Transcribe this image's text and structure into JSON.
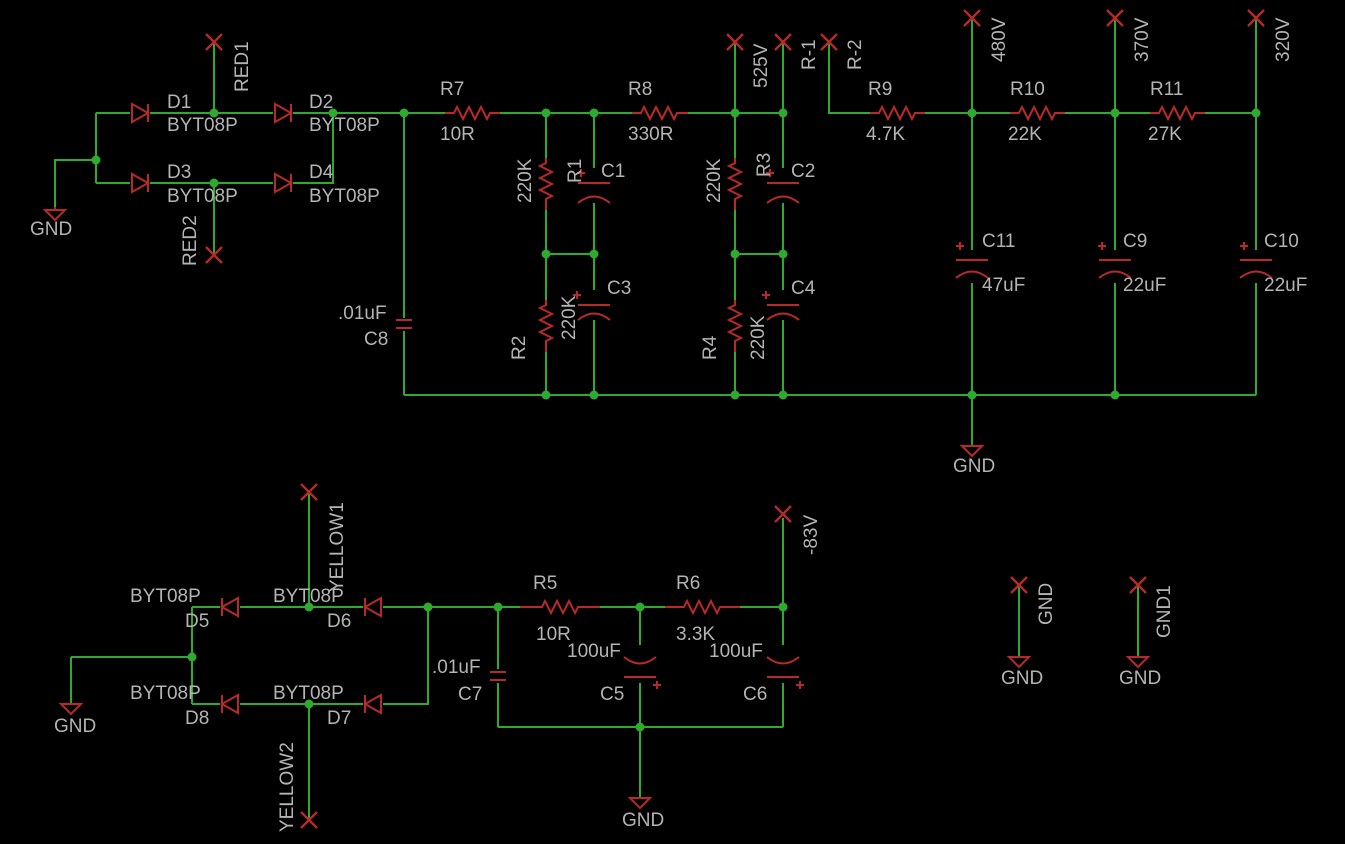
{
  "colors": {
    "background": "#000000",
    "wire": "#2eaa2e",
    "part": "#b82a2a",
    "text": "#b4b4b4"
  },
  "labels": {
    "d1": "D1",
    "d1_val": "BYT08P",
    "d2": "D2",
    "d2_val": "BYT08P",
    "d3": "D3",
    "d3_val": "BYT08P",
    "d4": "D4",
    "d4_val": "BYT08P",
    "red1": "RED1",
    "red2": "RED2",
    "gnd_top_left": "GND",
    "r7": "R7",
    "r7_val": "10R",
    "r8": "R8",
    "r8_val": "330R",
    "r1": "R1",
    "r1_val": "220K",
    "r2": "R2",
    "r2_val": "220K",
    "r3": "R3",
    "r3_val": "220K",
    "r4": "R4",
    "r4_val": "220K",
    "c1": "C1",
    "c2": "C2",
    "c3": "C3",
    "c4": "C4",
    "c8": "C8",
    "c8_val": ".01uF",
    "t525": "525V",
    "tr1": "R-1",
    "tr2": "R-2",
    "r9": "R9",
    "r9_val": "4.7K",
    "r10": "R10",
    "r10_val": "22K",
    "r11": "R11",
    "r11_val": "27K",
    "t480": "480V",
    "t370": "370V",
    "t320": "320V",
    "c11": "C11",
    "c11_val": "47uF",
    "c9": "C9",
    "c9_val": "22uF",
    "c10": "C10",
    "c10_val": "22uF",
    "gnd_top": "GND",
    "yellow1": "YELLOW1",
    "yellow2": "YELLOW2",
    "d5": "D5",
    "d5_val": "BYT08P",
    "d6": "D6",
    "d6_val": "BYT08P",
    "d7": "D7",
    "d7_val": "BYT08P",
    "d8": "D8",
    "d8_val": "BYT08P",
    "gnd_bottom_left": "GND",
    "r5": "R5",
    "r5_val": "10R",
    "r6": "R6",
    "r6_val": "3.3K",
    "c5": "C5",
    "c5_val": "100uF",
    "c6": "C6",
    "c6_val": "100uF",
    "c7": "C7",
    "c7_val": ".01uF",
    "t83": "-83V",
    "gnd_bottom": "GND",
    "gnd_pin": "GND",
    "gnd_pin_sym": "GND",
    "gnd1_pin": "GND1",
    "gnd1_pin_sym": "GND"
  }
}
